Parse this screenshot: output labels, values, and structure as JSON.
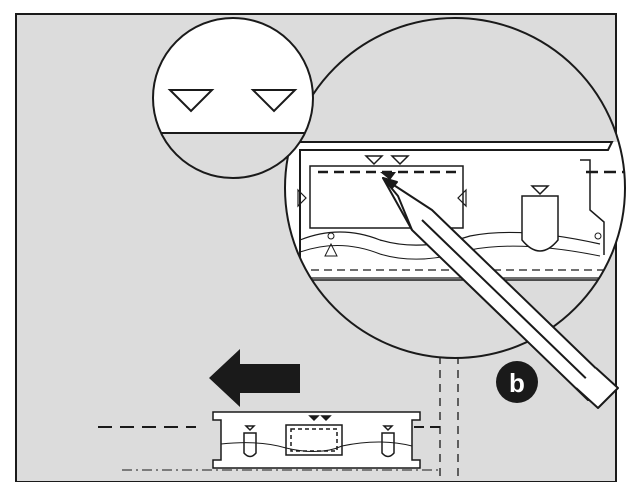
{
  "step": {
    "label": "b"
  },
  "colors": {
    "wall": "#dcdcdc",
    "outline": "#1a1a1a",
    "badge": "#1a1a1a",
    "arrow": "#1a1a1a",
    "background": "#ffffff"
  },
  "icons": [
    "wall-panel",
    "magnifier-circle",
    "zoom-detail-circle",
    "pencil-icon",
    "direction-arrow-left",
    "mounting-bracket",
    "dashed-guide-line"
  ]
}
